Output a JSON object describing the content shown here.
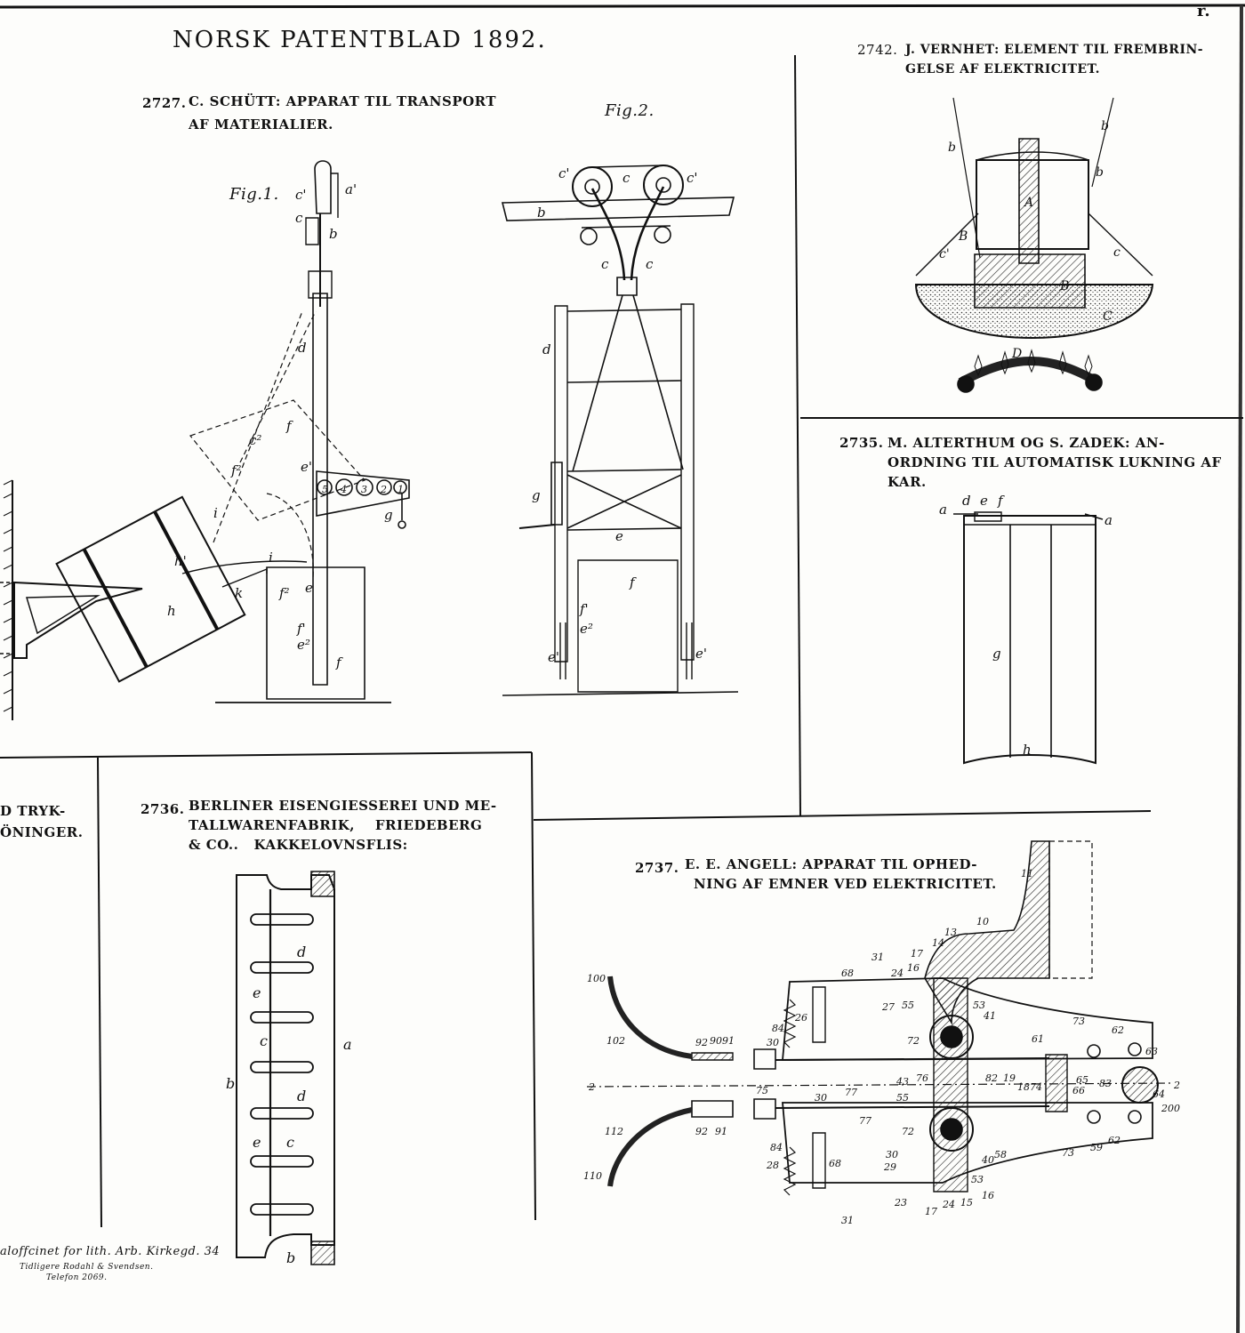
{
  "header": {
    "title": "NORSK PATENTBLAD 1892.",
    "page_mark": "r."
  },
  "patents": [
    {
      "number": "2727.",
      "lines": [
        "C. SCHÜTT:  APPARAT TIL TRANSPORT",
        "AF MATERIALIER."
      ],
      "figures": [
        "Fig.1.",
        "Fig.2."
      ],
      "labels_fig1": [
        "c'",
        "a'",
        "c",
        "b",
        "d",
        "f",
        "c²",
        "f²",
        "e'",
        "5",
        "4",
        "3",
        "2",
        "1",
        "g",
        "h",
        "h'",
        "i",
        "i",
        "k",
        "f²",
        "e",
        "f'",
        "e²",
        "f"
      ],
      "labels_fig2": [
        "c'",
        "c",
        "c'",
        "b",
        "c",
        "c",
        "d",
        "g",
        "e",
        "f",
        "f'",
        "e²",
        "e'",
        "e'"
      ]
    },
    {
      "number": "2742.",
      "lines": [
        "J. VERNHET:  ELEMENT TIL FREMBRIN-",
        "GELSE AF ELEKTRICITET."
      ],
      "labels": [
        "b",
        "b",
        "b",
        "A",
        "B",
        "c'",
        "c",
        "B",
        "C",
        "D"
      ]
    },
    {
      "number": "2735.",
      "lines": [
        "M. ALTERTHUM OG S. ZADEK:  AN-",
        "ORDNING TIL AUTOMATISK LUKNING AF",
        "KAR."
      ],
      "labels": [
        "d",
        "e",
        "f",
        "a",
        "a",
        "g",
        "h"
      ]
    },
    {
      "number": "2736.",
      "lines": [
        "BERLINER EISENGIESSEREI UND ME-",
        "TALLWARENFABRIK,    FRIEDEBERG",
        "& CO..   KAKKELOVNSFLIS:"
      ],
      "labels": [
        "d",
        "e",
        "c",
        "a",
        "b",
        "d",
        "e",
        "c",
        "b"
      ]
    },
    {
      "number": "2737.",
      "lines": [
        "E. E. ANGELL:  APPARAT TIL OPHED-",
        "NING AF EMNER VED ELEKTRICITET."
      ],
      "labels": [
        "11",
        "10",
        "13",
        "14",
        "17",
        "16",
        "24",
        "31",
        "68",
        "27",
        "55",
        "53",
        "41",
        "26",
        "84",
        "30",
        "72",
        "61",
        "73",
        "62",
        "63",
        "100",
        "102",
        "92",
        "90",
        "91",
        "2",
        "75",
        "77",
        "43",
        "76",
        "82",
        "19",
        "18",
        "74",
        "65",
        "66",
        "83",
        "64",
        "200",
        "2",
        "55",
        "30",
        "77",
        "72",
        "58",
        "40",
        "73",
        "59",
        "62",
        "112",
        "92",
        "91",
        "84",
        "28",
        "68",
        "30",
        "29",
        "53",
        "16",
        "15",
        "24",
        "17",
        "23",
        "110",
        "31"
      ]
    }
  ],
  "left_fragment": {
    "lines": [
      "D TRYK-",
      "ÖNINGER."
    ]
  },
  "imprint": {
    "line1": "aloffcinet for lith. Arb. Kirkegd. 34",
    "line2": "Tidligere Rodahl & Svendsen.",
    "line3": "Telefon 2069."
  }
}
